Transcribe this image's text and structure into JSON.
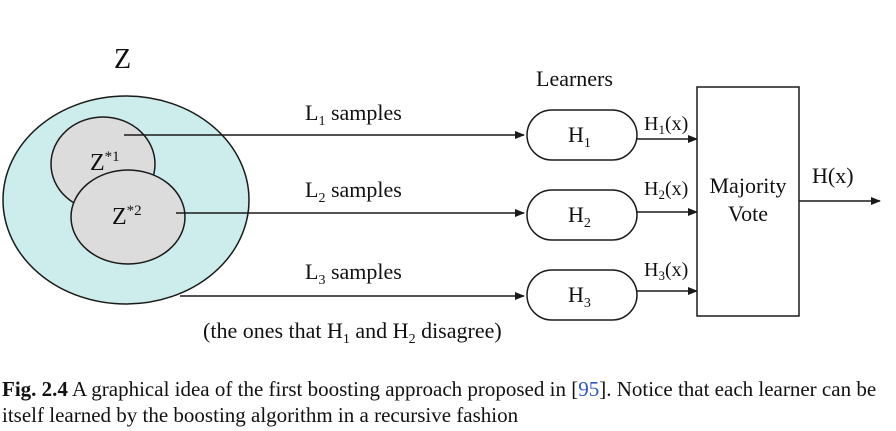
{
  "diagram": {
    "set_label": "Z",
    "subset1": {
      "main": "Z",
      "sup": "*1"
    },
    "subset2": {
      "main": "Z",
      "sup": "*2"
    },
    "learners_heading": "Learners",
    "samples": [
      {
        "main": "L",
        "sub": "1",
        "rest": " samples"
      },
      {
        "main": "L",
        "sub": "2",
        "rest": " samples"
      },
      {
        "main": "L",
        "sub": "3",
        "rest": " samples"
      }
    ],
    "disagree_note": {
      "t1": "(the ones that H",
      "s1": "1",
      "t2": " and H",
      "s2": "2",
      "t3": " disagree)"
    },
    "learners": [
      {
        "main": "H",
        "sub": "1"
      },
      {
        "main": "H",
        "sub": "2"
      },
      {
        "main": "H",
        "sub": "3"
      }
    ],
    "outputs": [
      {
        "main": "H",
        "sub": "1",
        "rest": "(x)"
      },
      {
        "main": "H",
        "sub": "2",
        "rest": "(x)"
      },
      {
        "main": "H",
        "sub": "3",
        "rest": "(x)"
      }
    ],
    "vote_line1": "Majority",
    "vote_line2": "Vote",
    "final_output": "H(x)"
  },
  "caption": {
    "fig_label": "Fig. 2.4",
    "text_before_ref": "A graphical idea of the first boosting approach proposed in [",
    "ref": "95",
    "text_after_ref": "]. Notice that each learner can be itself learned by the boosting algorithm in a recursive fashion"
  },
  "colors": {
    "outer_set_fill": "#cdeded",
    "subset_fill": "#dcdcdc",
    "stroke": "#1a1a1a",
    "ref_link": "#2f57c9"
  }
}
